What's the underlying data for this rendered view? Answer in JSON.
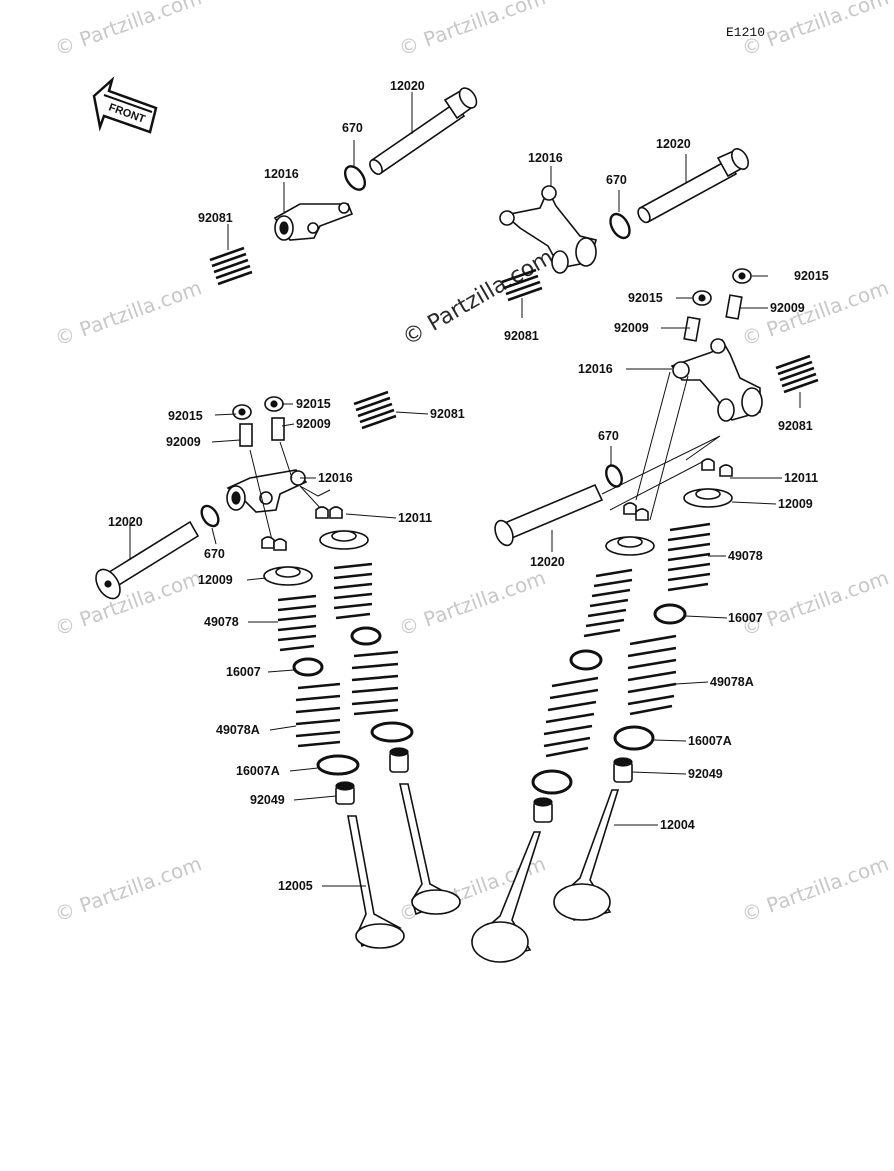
{
  "diagram": {
    "code": "E1210",
    "front_label": "FRONT",
    "watermark": "© Partzilla.com",
    "labels": [
      {
        "id": "l1",
        "text": "12020"
      },
      {
        "id": "l2",
        "text": "670"
      },
      {
        "id": "l3",
        "text": "12016"
      },
      {
        "id": "l4",
        "text": "92081"
      },
      {
        "id": "l5",
        "text": "12016"
      },
      {
        "id": "l6",
        "text": "12020"
      },
      {
        "id": "l7",
        "text": "670"
      },
      {
        "id": "l8",
        "text": "92081"
      },
      {
        "id": "l9",
        "text": "92015"
      },
      {
        "id": "l10",
        "text": "92015"
      },
      {
        "id": "l11",
        "text": "92009"
      },
      {
        "id": "l12",
        "text": "92009"
      },
      {
        "id": "l13",
        "text": "12016"
      },
      {
        "id": "l14",
        "text": "92081"
      },
      {
        "id": "l15",
        "text": "670"
      },
      {
        "id": "l16",
        "text": "12011"
      },
      {
        "id": "l17",
        "text": "12009"
      },
      {
        "id": "l18",
        "text": "49078"
      },
      {
        "id": "l19",
        "text": "16007"
      },
      {
        "id": "l20",
        "text": "49078A"
      },
      {
        "id": "l21",
        "text": "16007A"
      },
      {
        "id": "l22",
        "text": "92049"
      },
      {
        "id": "l23",
        "text": "12004"
      },
      {
        "id": "l24",
        "text": "12020"
      },
      {
        "id": "l25",
        "text": "92015"
      },
      {
        "id": "l26",
        "text": "92015"
      },
      {
        "id": "l27",
        "text": "92009"
      },
      {
        "id": "l28",
        "text": "92009"
      },
      {
        "id": "l29",
        "text": "92081"
      },
      {
        "id": "l30",
        "text": "12016"
      },
      {
        "id": "l31",
        "text": "12011"
      },
      {
        "id": "l32",
        "text": "12020"
      },
      {
        "id": "l33",
        "text": "670"
      },
      {
        "id": "l34",
        "text": "12009"
      },
      {
        "id": "l35",
        "text": "49078"
      },
      {
        "id": "l36",
        "text": "16007"
      },
      {
        "id": "l37",
        "text": "49078A"
      },
      {
        "id": "l38",
        "text": "16007A"
      },
      {
        "id": "l39",
        "text": "92049"
      },
      {
        "id": "l40",
        "text": "12005"
      }
    ]
  }
}
